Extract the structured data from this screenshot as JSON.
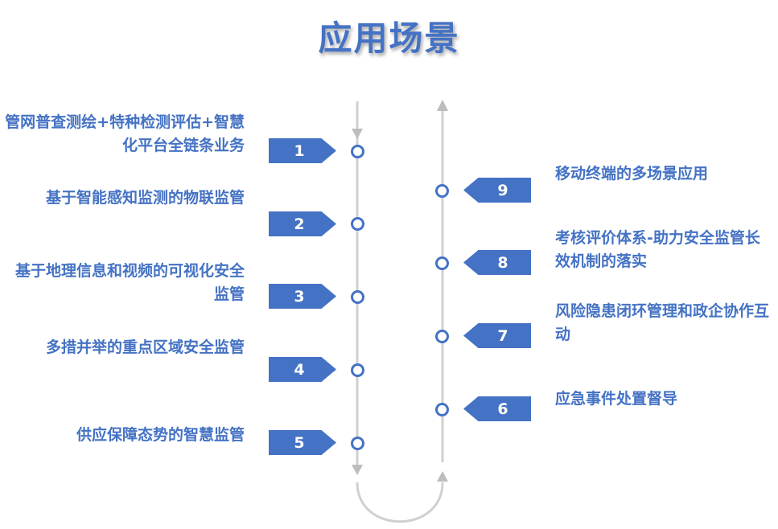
{
  "title": "应用场景",
  "colors": {
    "accent": "#4472c4",
    "track": "#d0d0d0"
  },
  "left_items": [
    {
      "number": "1",
      "text": "管网普查测绘+特种检测评估+智慧化平台全链条业务"
    },
    {
      "number": "2",
      "text": "基于智能感知监测的物联监管"
    },
    {
      "number": "3",
      "text": "基于地理信息和视频的可视化安全监管"
    },
    {
      "number": "4",
      "text": "多措并举的重点区域安全监管"
    },
    {
      "number": "5",
      "text": "供应保障态势的智慧监管"
    }
  ],
  "right_items": [
    {
      "number": "9",
      "text": "移动终端的多场景应用"
    },
    {
      "number": "8",
      "text": "考核评价体系-助力安全监管长效机制的落实"
    },
    {
      "number": "7",
      "text": "风险隐患闭环管理和政企协作互动"
    },
    {
      "number": "6",
      "text": "应急事件处置督导"
    }
  ]
}
